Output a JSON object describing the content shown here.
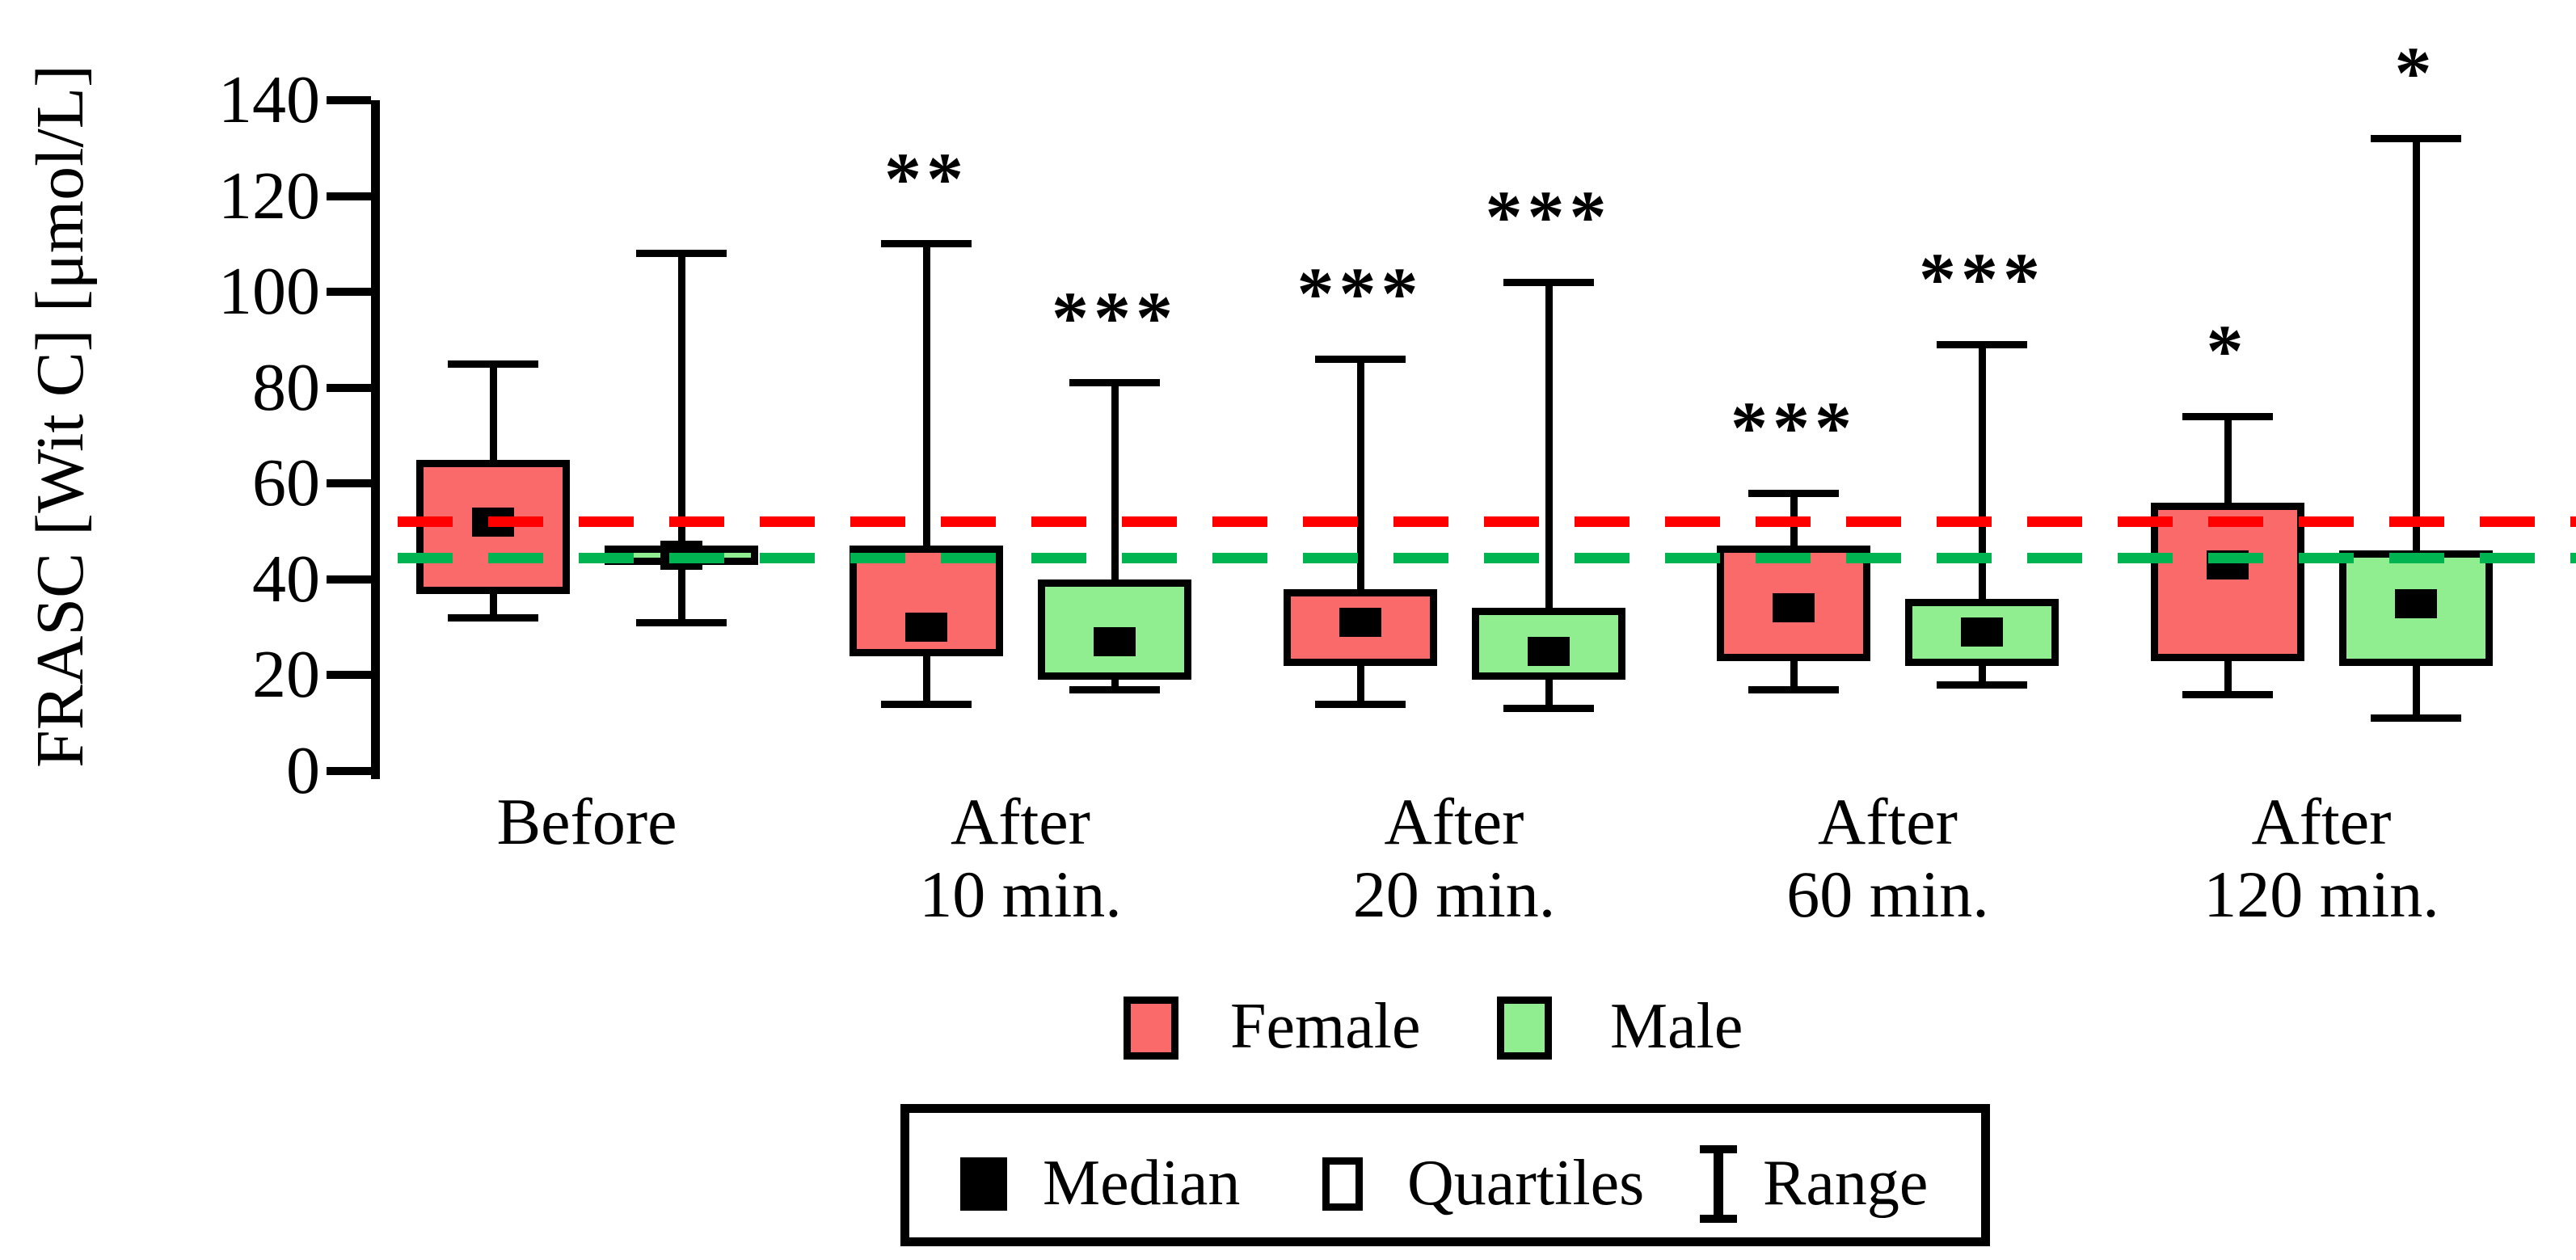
{
  "chart_data": {
    "type": "boxplot",
    "title": "",
    "ylabel": "FRASC [Wit C] [μmol/L]",
    "xlabel": "",
    "ylim": [
      0,
      140
    ],
    "y_ticks": [
      0,
      20,
      40,
      60,
      80,
      100,
      120,
      140
    ],
    "grid": "off",
    "legend_position": "bottom",
    "categories": [
      {
        "line1": "Before",
        "line2": ""
      },
      {
        "line1": "After",
        "line2": "10 min."
      },
      {
        "line1": "After",
        "line2": "20 min."
      },
      {
        "line1": "After",
        "line2": "60 min."
      },
      {
        "line1": "After",
        "line2": "120 min."
      }
    ],
    "series": [
      {
        "name": "Female",
        "color": "#FB6A6A",
        "border_color": "#000000",
        "boxes": [
          {
            "category": "Before",
            "min": 32,
            "q1": 37,
            "median": 52,
            "q3": 65,
            "max": 85,
            "significance": ""
          },
          {
            "category": "After 10 min.",
            "min": 14,
            "q1": 24,
            "median": 30,
            "q3": 47,
            "max": 110,
            "significance": "**"
          },
          {
            "category": "After 20 min.",
            "min": 14,
            "q1": 22,
            "median": 31,
            "q3": 38,
            "max": 86,
            "significance": "***"
          },
          {
            "category": "After 60 min.",
            "min": 17,
            "q1": 23,
            "median": 34,
            "q3": 47,
            "max": 58,
            "significance": "***"
          },
          {
            "category": "After 120 min.",
            "min": 16,
            "q1": 23,
            "median": 43,
            "q3": 56,
            "max": 74,
            "significance": "*"
          }
        ]
      },
      {
        "name": "Male",
        "color": "#90EE90",
        "border_color": "#000000",
        "boxes": [
          {
            "category": "Before",
            "min": 31,
            "q1": 43,
            "median": 45,
            "q3": 47,
            "max": 108,
            "significance": ""
          },
          {
            "category": "After 10 min.",
            "min": 17,
            "q1": 19,
            "median": 27,
            "q3": 40,
            "max": 81,
            "significance": "***"
          },
          {
            "category": "After 20 min.",
            "min": 13,
            "q1": 19,
            "median": 25,
            "q3": 34,
            "max": 102,
            "significance": "***"
          },
          {
            "category": "After 60 min.",
            "min": 18,
            "q1": 22,
            "median": 29,
            "q3": 36,
            "max": 89,
            "significance": "***"
          },
          {
            "category": "After 120 min.",
            "min": 11,
            "q1": 22,
            "median": 35,
            "q3": 46,
            "max": 132,
            "significance": "*"
          }
        ]
      }
    ],
    "reference_lines": [
      {
        "name": "female-baseline-median-line",
        "value": 52,
        "color": "#FF0000",
        "style": "dashed"
      },
      {
        "name": "male-baseline-median-line",
        "value": 44.5,
        "color": "#00B551",
        "style": "dashed"
      }
    ],
    "marker_legend": [
      {
        "label": "Median",
        "marker": "filled-square"
      },
      {
        "label": "Quartiles",
        "marker": "open-square"
      },
      {
        "label": "Range",
        "marker": "range-whisker"
      }
    ]
  }
}
